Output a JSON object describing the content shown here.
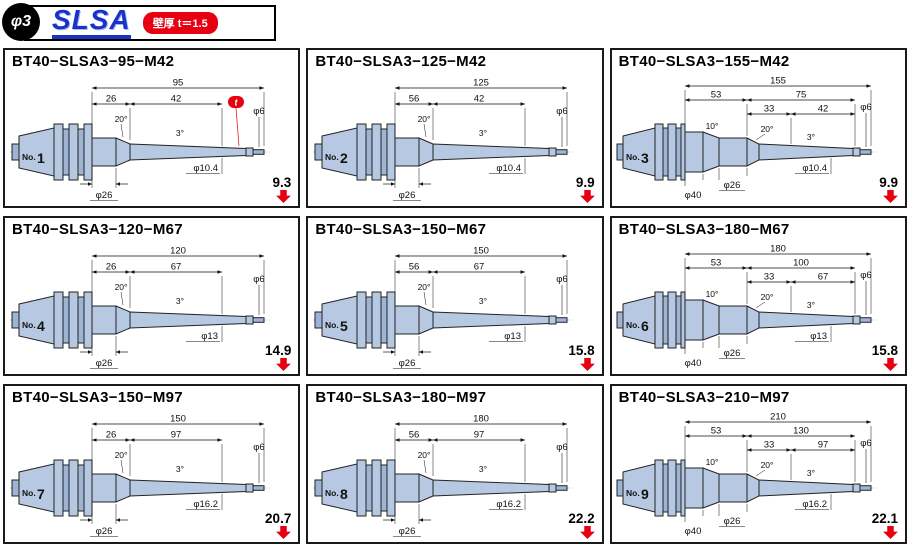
{
  "header": {
    "diameter_badge": "φ3",
    "logo": "SLSA",
    "thickness_badge": "壁厚 t＝1.5"
  },
  "colors": {
    "logo_blue": "#1733cc",
    "accent_red": "#e60012",
    "body_fill": "#b7c9e2",
    "body_fill_dark": "#9db4d4"
  },
  "cells": [
    {
      "title": "BT40−SLSA3−95−M42",
      "no": "No.1",
      "weight": "9.3",
      "t_badge": "t",
      "dims": {
        "overall": "95",
        "seg1": "26",
        "seg2": "42",
        "angles": [
          "20°",
          "3°"
        ],
        "tip_dia": "φ6",
        "neck_dia": "φ10.4",
        "body_dia": "φ26"
      }
    },
    {
      "title": "BT40−SLSA3−125−M42",
      "no": "No.2",
      "weight": "9.9",
      "dims": {
        "overall": "125",
        "seg1": "56",
        "seg2": "42",
        "angles": [
          "20°",
          "3°"
        ],
        "tip_dia": "φ6",
        "neck_dia": "φ10.4",
        "body_dia": "φ26"
      }
    },
    {
      "title": "BT40−SLSA3−155−M42",
      "no": "No.3",
      "weight": "9.9",
      "dims": {
        "overall": "155",
        "seg1": "53",
        "seg2": "75",
        "seg3": "33",
        "seg4": "42",
        "angles": [
          "10°",
          "20°",
          "3°"
        ],
        "tip_dia": "φ6",
        "neck_dia": "φ10.4",
        "collar_dia": "φ40",
        "body_dia": "φ26"
      }
    },
    {
      "title": "BT40−SLSA3−120−M67",
      "no": "No.4",
      "weight": "14.9",
      "dims": {
        "overall": "120",
        "seg1": "26",
        "seg2": "67",
        "angles": [
          "20°",
          "3°"
        ],
        "tip_dia": "φ6",
        "neck_dia": "φ13",
        "body_dia": "φ26"
      }
    },
    {
      "title": "BT40−SLSA3−150−M67",
      "no": "No.5",
      "weight": "15.8",
      "dims": {
        "overall": "150",
        "seg1": "56",
        "seg2": "67",
        "angles": [
          "20°",
          "3°"
        ],
        "tip_dia": "φ6",
        "neck_dia": "φ13",
        "body_dia": "φ26"
      }
    },
    {
      "title": "BT40−SLSA3−180−M67",
      "no": "No.6",
      "weight": "15.8",
      "dims": {
        "overall": "180",
        "seg1": "53",
        "seg2": "100",
        "seg3": "33",
        "seg4": "67",
        "angles": [
          "10°",
          "20°",
          "3°"
        ],
        "tip_dia": "φ6",
        "neck_dia": "φ13",
        "collar_dia": "φ40",
        "body_dia": "φ26"
      }
    },
    {
      "title": "BT40−SLSA3−150−M97",
      "no": "No.7",
      "weight": "20.7",
      "dims": {
        "overall": "150",
        "seg1": "26",
        "seg2": "97",
        "angles": [
          "20°",
          "3°"
        ],
        "tip_dia": "φ6",
        "neck_dia": "φ16.2",
        "body_dia": "φ26"
      }
    },
    {
      "title": "BT40−SLSA3−180−M97",
      "no": "No.8",
      "weight": "22.2",
      "dims": {
        "overall": "180",
        "seg1": "56",
        "seg2": "97",
        "angles": [
          "20°",
          "3°"
        ],
        "tip_dia": "φ6",
        "neck_dia": "φ16.2",
        "body_dia": "φ26"
      }
    },
    {
      "title": "BT40−SLSA3−210−M97",
      "no": "No.9",
      "weight": "22.1",
      "dims": {
        "overall": "210",
        "seg1": "53",
        "seg2": "130",
        "seg3": "33",
        "seg4": "97",
        "angles": [
          "10°",
          "20°",
          "3°"
        ],
        "tip_dia": "φ6",
        "neck_dia": "φ16.2",
        "collar_dia": "φ40",
        "body_dia": "φ26"
      }
    }
  ]
}
